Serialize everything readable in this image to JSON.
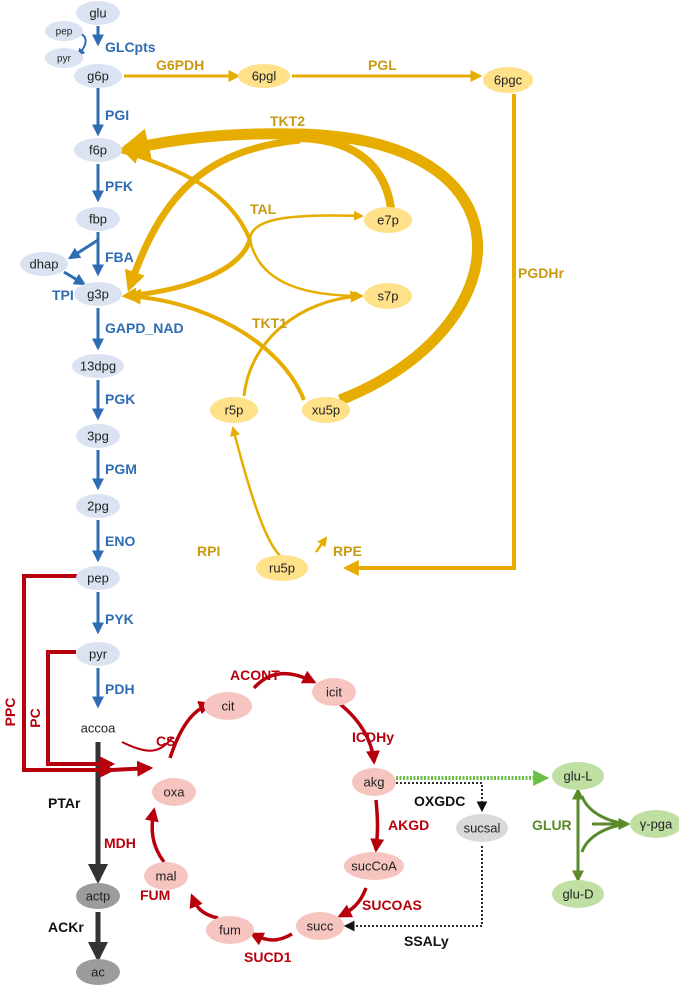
{
  "colors": {
    "glycolysis": "#2e6db4",
    "glycolysis_node": "#dbe3f3",
    "ppp": "#e6ad00",
    "ppp_text": "#c99a10",
    "ppp_node": "#ffe18a",
    "tca": "#b8000d",
    "tca_node": "#f7c5c0",
    "glu": "#5a8a2a",
    "glu_node": "#bfe0a2",
    "black": "#333333",
    "grey_node": "#9c9c9c",
    "sucsal_node": "#d9d9d9"
  },
  "metabolites": {
    "glu": "glu",
    "pep_small": "pep",
    "pyr_small": "pyr",
    "g6p": "g6p",
    "f6p": "f6p",
    "fbp": "fbp",
    "dhap": "dhap",
    "g3p": "g3p",
    "dpg13": "13dpg",
    "pg3": "3pg",
    "pg2": "2pg",
    "pep": "pep",
    "pyr": "pyr",
    "accoa": "accoa",
    "actp": "actp",
    "ac": "ac",
    "pgl6": "6pgl",
    "pgc6": "6pgc",
    "e7p": "e7p",
    "s7p": "s7p",
    "r5p": "r5p",
    "xu5p": "xu5p",
    "ru5p": "ru5p",
    "cit": "cit",
    "icit": "icit",
    "akg": "akg",
    "succoa": "sucCoA",
    "succ": "succ",
    "fum": "fum",
    "mal": "mal",
    "oxa": "oxa",
    "sucsal": "sucsal",
    "gluL": "glu-L",
    "gluD": "glu-D",
    "ypga": "γ-pga"
  },
  "reactions": {
    "GLCpts": "GLCpts",
    "PGI": "PGI",
    "PFK": "PFK",
    "FBA": "FBA",
    "TPI": "TPI",
    "GAPD_NAD": "GAPD_NAD",
    "PGK": "PGK",
    "PGM": "PGM",
    "ENO": "ENO",
    "PYK": "PYK",
    "PDH": "PDH",
    "PTAr": "PTAr",
    "ACKr": "ACKr",
    "G6PDH": "G6PDH",
    "PGL": "PGL",
    "PGDHr": "PGDHr",
    "TKT2": "TKT2",
    "TAL": "TAL",
    "TKT1": "TKT1",
    "RPI": "RPI",
    "RPE": "RPE",
    "PPC": "PPC",
    "PC": "PC",
    "CS": "CS",
    "ACONT": "ACONT",
    "ICDHy": "ICDHy",
    "AKGD": "AKGD",
    "SUCOAS": "SUCOAS",
    "SUCD1": "SUCD1",
    "FUM": "FUM",
    "MDH": "MDH",
    "OXGDC": "OXGDC",
    "SSALy": "SSALy",
    "GLUR": "GLUR"
  }
}
